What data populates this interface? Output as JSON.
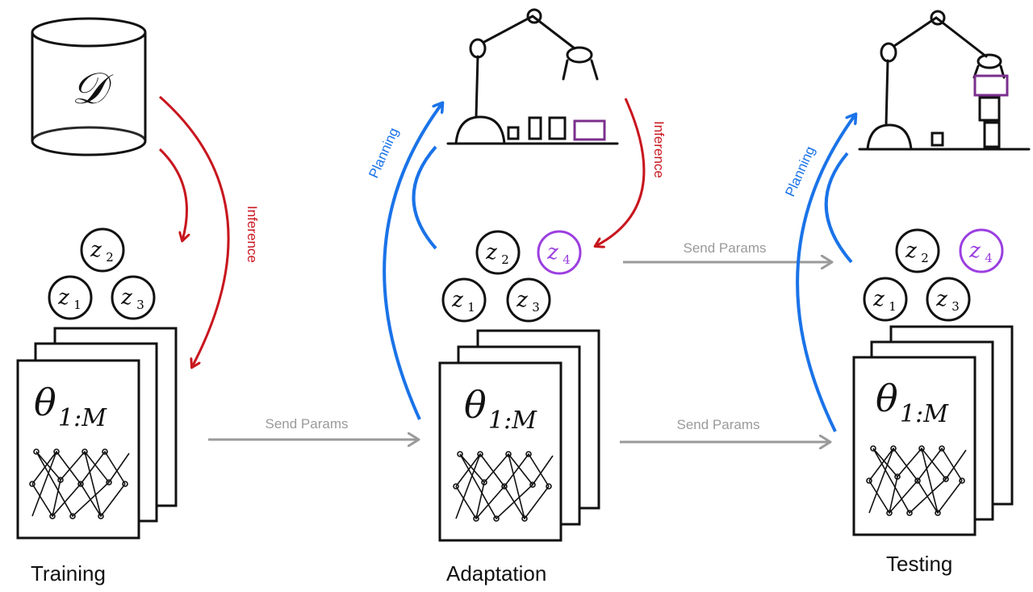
{
  "diagram": {
    "dataset_symbol": "𝒟",
    "theta_label": {
      "main": "θ",
      "sub": "1:M"
    },
    "latents": [
      {
        "base": "z",
        "sub": "1"
      },
      {
        "base": "z",
        "sub": "2"
      },
      {
        "base": "z",
        "sub": "3"
      },
      {
        "base": "z",
        "sub": "4"
      }
    ],
    "stages": {
      "training": "Training",
      "adaptation": "Adaptation",
      "testing": "Testing"
    },
    "arrows": {
      "inference": "Inference",
      "planning": "Planning",
      "send_params": "Send Params"
    },
    "colors": {
      "inference": "#c8161e",
      "planning": "#1a73e8",
      "send_params": "#9a9a9a",
      "new_latent": "#9b3fe0",
      "new_block": "#7b2f8e",
      "ink": "#111111"
    }
  }
}
